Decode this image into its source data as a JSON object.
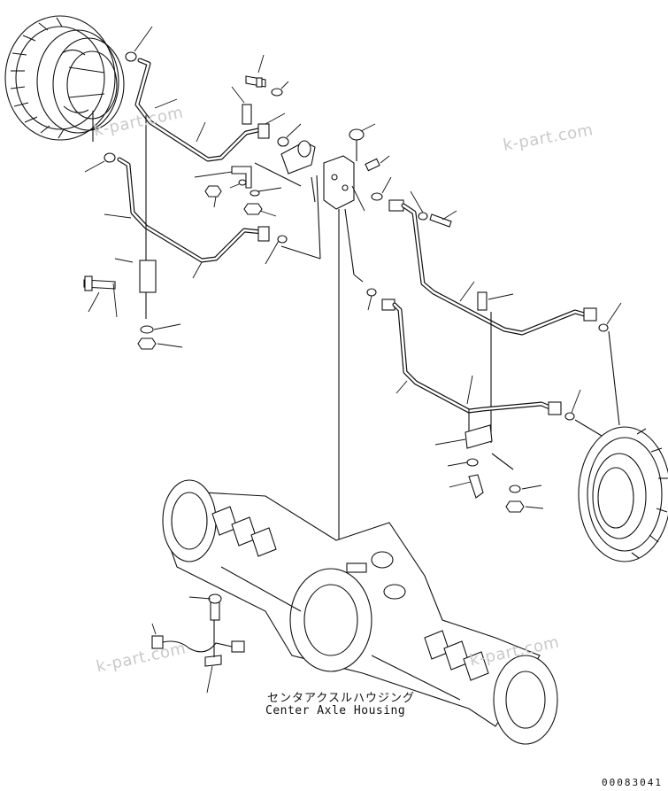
{
  "caption": {
    "japanese": "センタアクスルハウジング",
    "english": "Center Axle Housing"
  },
  "watermarks": [
    "k-part.com",
    "k-part.com",
    "k-part.com",
    "k-part.com"
  ],
  "drawing_number": "00083041",
  "colors": {
    "line": "#111111",
    "watermark": "#c9c9c9",
    "background": "#ffffff"
  }
}
